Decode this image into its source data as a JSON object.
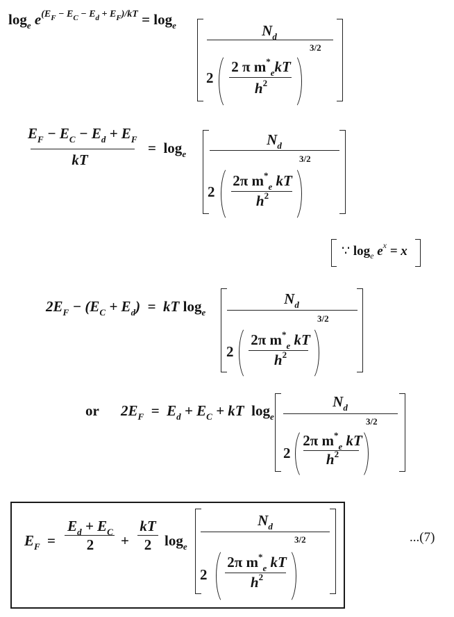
{
  "common": {
    "log": "log",
    "log_base": "e",
    "numerator_N": "N",
    "numerator_sub": "d",
    "two": "2",
    "inner_num_prefix": "2π m",
    "inner_num_star": "*",
    "inner_num_sub": "e",
    "inner_num_suffix": "kT",
    "inner_den": "h",
    "inner_den_sup": "2",
    "exponent": "3/2"
  },
  "eq1": {
    "lhs_log": "log",
    "lhs_base": "e",
    "lhs_e": "e",
    "lhs_exponent": "(E",
    "exp_F": "F",
    "exp_minus1": " − E",
    "exp_C": "C",
    "exp_minus2": " − E",
    "exp_d": "d",
    "exp_plus": " + E",
    "exp_F2": "F",
    "exp_tail": ")/kT",
    "equals": "=",
    "inner_num_prefix": "2 π m"
  },
  "eq2": {
    "num_E1": "E",
    "num_F1": "F",
    "num_m1": " − E",
    "num_C": "C",
    "num_m2": " − E",
    "num_d": "d",
    "num_p": " + E",
    "num_F2": "F",
    "den": "kT",
    "equals": "="
  },
  "note": {
    "because": "∵",
    "log": "log",
    "base": "e",
    "e": "e",
    "x_sup": "x",
    "rhs": "= x"
  },
  "eq3": {
    "lhs": "2E",
    "lhs_F": "F",
    "lhs_rest": " − (E",
    "lhs_C": "C",
    "lhs_plus": " + E",
    "lhs_d": "d",
    "lhs_close": ")",
    "equals": "=",
    "kT": "kT"
  },
  "eq4": {
    "or": "or",
    "lhs": "2E",
    "lhs_F": "F",
    "equals": "=",
    "E1": "E",
    "E1_sub": "d",
    "plus1": " + E",
    "E2_sub": "C",
    "plus2": " + kT"
  },
  "eq5": {
    "lhs": "E",
    "lhs_sub": "F",
    "equals": "=",
    "frac1_num_E": "E",
    "frac1_num_d": "d",
    "frac1_num_plus": " + E",
    "frac1_num_C": "C",
    "frac1_den": "2",
    "plus": "+",
    "frac2_num": "kT",
    "frac2_den": "2",
    "equation_number": "...(7)"
  }
}
